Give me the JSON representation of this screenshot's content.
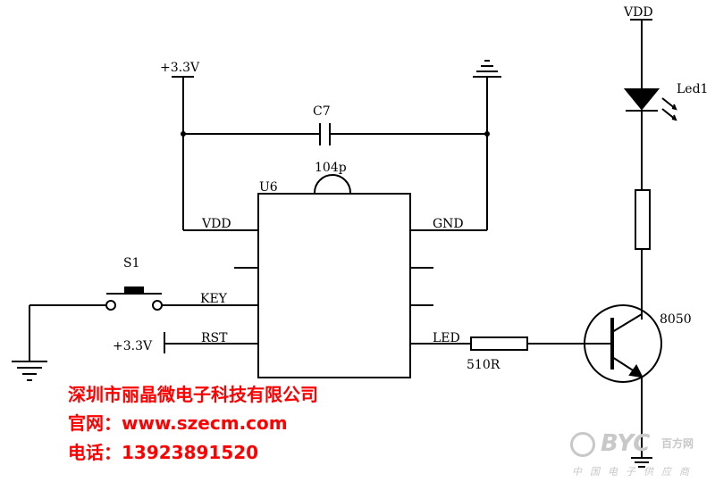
{
  "schematic": {
    "vdd_top": "VDD",
    "led_label": "Led1",
    "supply_top": "+3.3V",
    "capacitor_name": "C7",
    "capacitor_value": "104p",
    "chip_name": "U6",
    "pin_vdd": "VDD",
    "pin_gnd": "GND",
    "pin_key": "KEY",
    "pin_rst": "RST",
    "pin_led": "LED",
    "switch_name": "S1",
    "supply_rst": "+3.3V",
    "resistor_value": "510R",
    "transistor_name": "8050"
  },
  "company": {
    "name": "深圳市丽晶微电子科技有限公司",
    "website": "官网：www.szecm.com",
    "phone": "电话：13923891520"
  },
  "watermark": {
    "brand": "BYC",
    "brand_cn": "百方网",
    "tagline": "中国电子供应商"
  },
  "colors": {
    "line": "#000000",
    "company_text": "#ff0000",
    "watermark": "#c8c8c8"
  }
}
